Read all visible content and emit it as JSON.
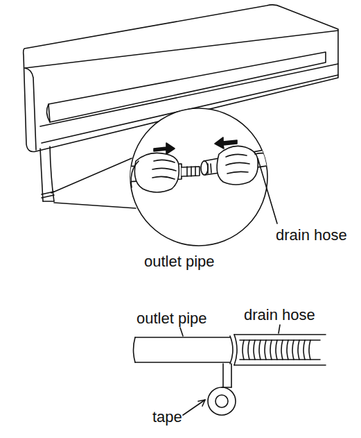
{
  "diagram": {
    "labels": [
      "drain hose",
      "outlet pipe",
      "outlet pipe",
      "drain hose",
      "tape"
    ]
  }
}
